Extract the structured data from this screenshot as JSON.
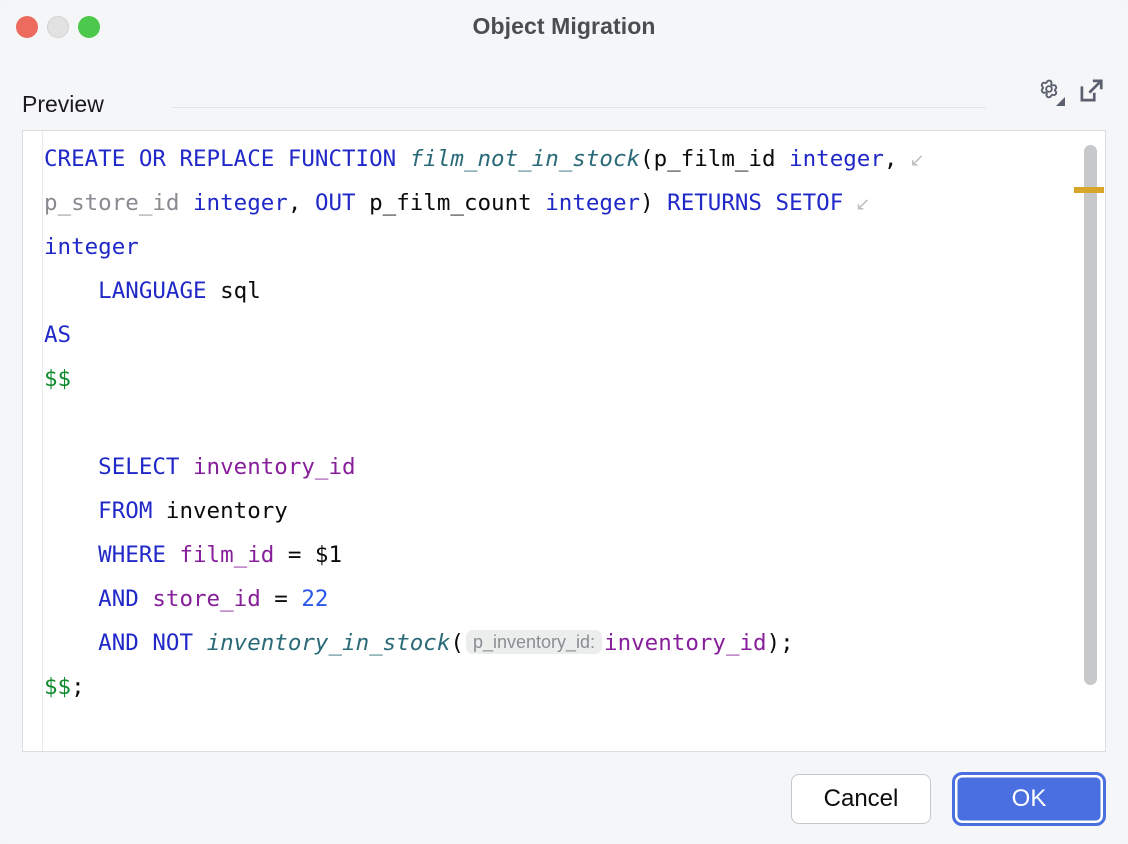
{
  "window": {
    "title": "Object Migration",
    "controls": {
      "close": "close-window",
      "minimize": "minimize-window",
      "maximize": "maximize-window"
    }
  },
  "preview": {
    "label": "Preview",
    "settings_icon": "gear-icon",
    "open_external_icon": "open-in-external-editor-icon"
  },
  "editor": {
    "language": "sql",
    "soft_wrap_lead_glyph": "↳",
    "soft_wrap_end_glyph": "↙",
    "inlay_hint": "p_inventory_id:",
    "scroll_marker_color": "#d9a62c",
    "lines": [
      {
        "id": "line-1",
        "wrapped_lead": false,
        "wrapped_end": true,
        "tokens": [
          {
            "t": "CREATE OR REPLACE FUNCTION ",
            "c": "kw"
          },
          {
            "t": "film_not_in_stock",
            "c": "fn"
          },
          {
            "t": "(p_film_id ",
            "c": "plain"
          },
          {
            "t": "integer",
            "c": "kw"
          },
          {
            "t": ",",
            "c": "plain"
          }
        ]
      },
      {
        "id": "line-1-cont-a",
        "wrapped_lead": true,
        "wrapped_end": true,
        "tokens": [
          {
            "t": "p_store_id ",
            "c": "param"
          },
          {
            "t": "integer",
            "c": "kw"
          },
          {
            "t": ", ",
            "c": "plain"
          },
          {
            "t": "OUT",
            "c": "kw"
          },
          {
            "t": " p_film_count ",
            "c": "plain"
          },
          {
            "t": "integer",
            "c": "kw"
          },
          {
            "t": ") ",
            "c": "plain"
          },
          {
            "t": "RETURNS SETOF",
            "c": "kw"
          }
        ]
      },
      {
        "id": "line-1-cont-b",
        "wrapped_lead": true,
        "wrapped_end": false,
        "tokens": [
          {
            "t": "integer",
            "c": "kw"
          }
        ]
      },
      {
        "id": "line-2",
        "wrapped_lead": false,
        "wrapped_end": false,
        "tokens": [
          {
            "t": "    LANGUAGE",
            "c": "kw"
          },
          {
            "t": " sql",
            "c": "plain"
          }
        ]
      },
      {
        "id": "line-3",
        "wrapped_lead": false,
        "wrapped_end": false,
        "tokens": [
          {
            "t": "AS",
            "c": "kw"
          }
        ]
      },
      {
        "id": "line-4",
        "wrapped_lead": false,
        "wrapped_end": false,
        "tokens": [
          {
            "t": "$$",
            "c": "dollar"
          }
        ]
      },
      {
        "id": "line-5",
        "wrapped_lead": false,
        "wrapped_end": false,
        "tokens": []
      },
      {
        "id": "line-6",
        "wrapped_lead": false,
        "wrapped_end": false,
        "tokens": [
          {
            "t": "    SELECT ",
            "c": "kw"
          },
          {
            "t": "inventory_id",
            "c": "col"
          }
        ]
      },
      {
        "id": "line-7",
        "wrapped_lead": false,
        "wrapped_end": false,
        "tokens": [
          {
            "t": "    FROM",
            "c": "kw"
          },
          {
            "t": " inventory",
            "c": "plain"
          }
        ]
      },
      {
        "id": "line-8",
        "wrapped_lead": false,
        "wrapped_end": false,
        "tokens": [
          {
            "t": "    WHERE ",
            "c": "kw"
          },
          {
            "t": "film_id",
            "c": "col"
          },
          {
            "t": " = $1",
            "c": "plain"
          }
        ]
      },
      {
        "id": "line-9",
        "wrapped_lead": false,
        "wrapped_end": false,
        "tokens": [
          {
            "t": "    AND ",
            "c": "kw"
          },
          {
            "t": "store_id",
            "c": "col"
          },
          {
            "t": " = ",
            "c": "plain"
          },
          {
            "t": "22",
            "c": "num"
          }
        ]
      },
      {
        "id": "line-10",
        "wrapped_lead": false,
        "wrapped_end": false,
        "inlay_after_index": 2,
        "tokens": [
          {
            "t": "    AND NOT ",
            "c": "kw"
          },
          {
            "t": "inventory_in_stock",
            "c": "fn"
          },
          {
            "t": "(",
            "c": "plain"
          },
          {
            "t": "inventory_id",
            "c": "col"
          },
          {
            "t": ");",
            "c": "plain"
          }
        ]
      },
      {
        "id": "line-11",
        "wrapped_lead": false,
        "wrapped_end": false,
        "tokens": [
          {
            "t": "$$",
            "c": "dollar"
          },
          {
            "t": ";",
            "c": "plain"
          }
        ]
      }
    ]
  },
  "footer": {
    "cancel_label": "Cancel",
    "ok_label": "OK"
  },
  "colors": {
    "accent": "#4a6fe0",
    "keyword": "#2028c8",
    "function": "#2a6a78",
    "column": "#871f9b",
    "number": "#2a57e8",
    "dollar_quote": "#128a2e",
    "parameter_gray": "#888b90",
    "window_bg": "#f5f6f7",
    "editor_bg": "#ffffff"
  }
}
